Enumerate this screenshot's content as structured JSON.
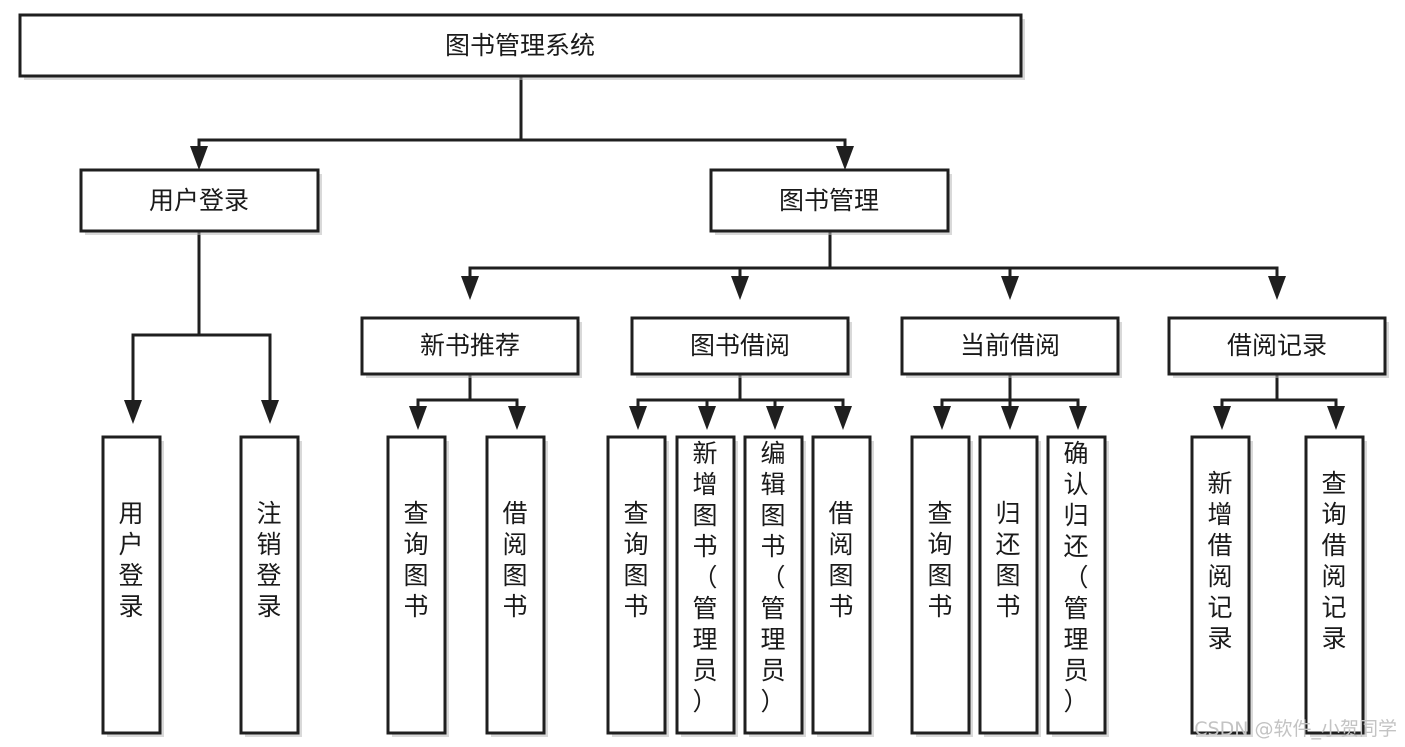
{
  "diagram": {
    "type": "tree-hierarchy-chart",
    "title": "图书管理系统",
    "background_color": "#ffffff",
    "line_color": "#1f1f1f",
    "text_color": "#1a1a1a",
    "levels": 4,
    "root": {
      "label": "图书管理系统"
    },
    "level2": [
      {
        "label": "用户登录"
      },
      {
        "label": "图书管理"
      }
    ],
    "level3": [
      {
        "label": "新书推荐",
        "parent": "图书管理"
      },
      {
        "label": "图书借阅",
        "parent": "图书管理"
      },
      {
        "label": "当前借阅",
        "parent": "图书管理"
      },
      {
        "label": "借阅记录",
        "parent": "图书管理"
      }
    ],
    "leaves": {
      "user_login": [
        {
          "label": "用户登录"
        },
        {
          "label": "注销登录"
        }
      ],
      "new_book_recommend": [
        {
          "label": "查询图书"
        },
        {
          "label": "借阅图书"
        }
      ],
      "book_borrow": [
        {
          "label": "查询图书"
        },
        {
          "label": "新增图书（管理员）"
        },
        {
          "label": "编辑图书（管理员）"
        },
        {
          "label": "借阅图书"
        }
      ],
      "current_borrow": [
        {
          "label": "查询图书"
        },
        {
          "label": "归还图书"
        },
        {
          "label": "确认归还（管理员）"
        }
      ],
      "borrow_record": [
        {
          "label": "新增借阅记录"
        },
        {
          "label": "查询借阅记录"
        }
      ]
    }
  },
  "watermark": {
    "text": "CSDN @软件_小贺同学",
    "color": "#c3c3c3"
  }
}
